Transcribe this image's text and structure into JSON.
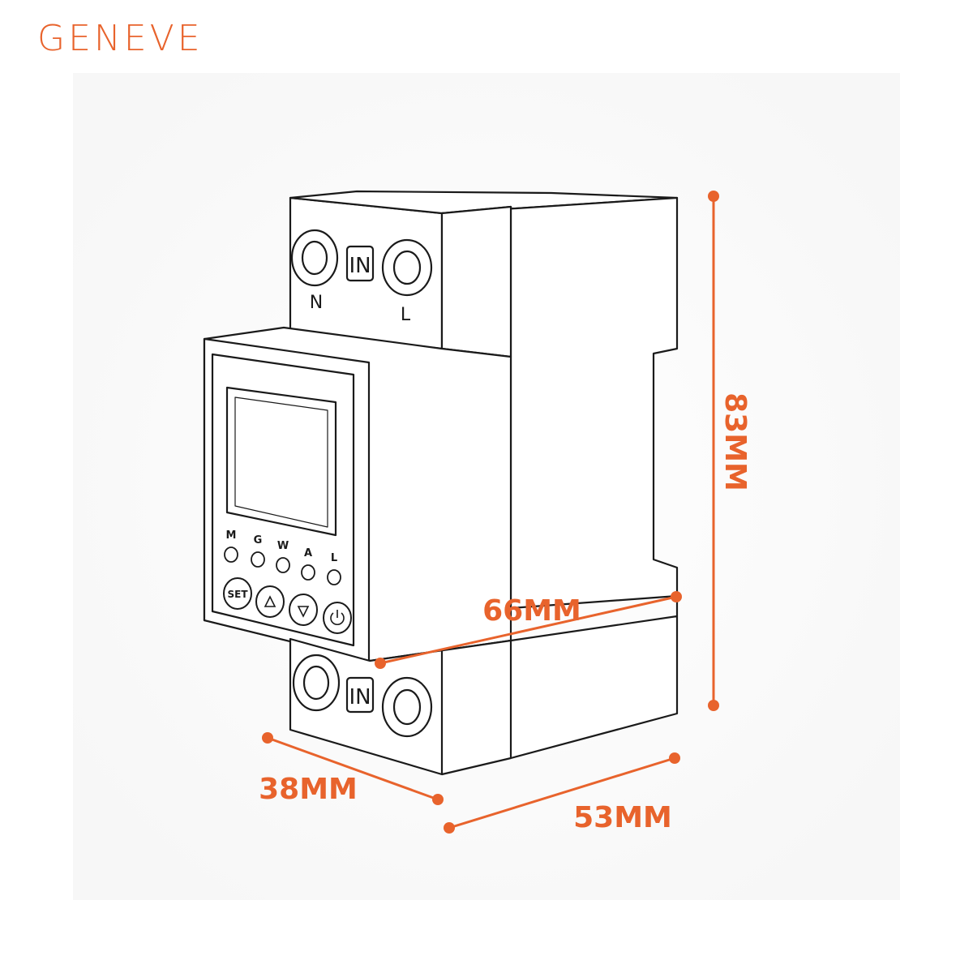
{
  "brand": {
    "name": "GENEVE"
  },
  "accent_color": "#e8632c",
  "device": {
    "top_terminals": {
      "left": "N",
      "right": "L",
      "badge": "IN"
    },
    "bottom_terminals": {
      "badge": "IN"
    },
    "indicators": [
      "M",
      "G",
      "W",
      "A",
      "L"
    ],
    "buttons": [
      "SET",
      "up-triangle-icon",
      "down-triangle-icon",
      "power-icon"
    ]
  },
  "dimensions": {
    "height": "83MM",
    "depth": "66MM",
    "width_front": "38MM",
    "width_side": "53MM"
  }
}
